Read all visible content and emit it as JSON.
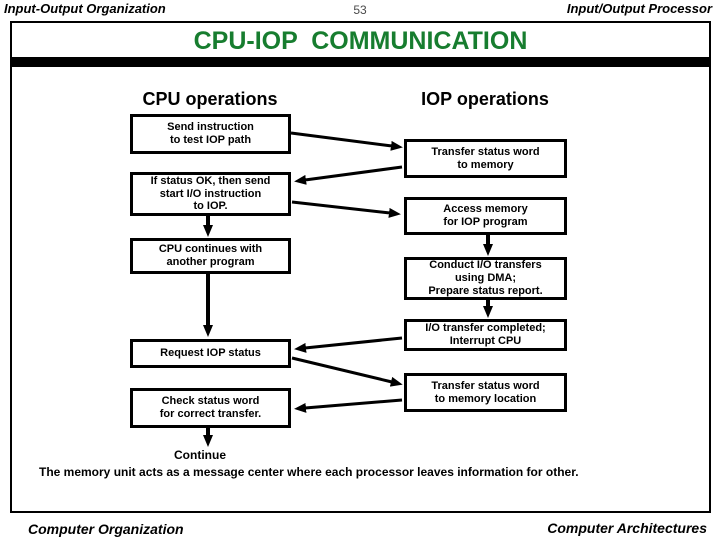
{
  "header": {
    "left": "Input-Output Organization",
    "page_number": "53",
    "right": "Input/Output Processor"
  },
  "title": "CPU-IOP  COMMUNICATION",
  "diagram": {
    "cpu_column": {
      "heading": "CPU operations",
      "boxes": [
        "Send instruction\nto test IOP path",
        "If status OK, then send\nstart I/O instruction\nto IOP.",
        "CPU continues with\nanother program",
        "Request IOP status",
        "Check status word\nfor correct transfer."
      ]
    },
    "iop_column": {
      "heading": "IOP operations",
      "boxes": [
        "Transfer status word\nto memory",
        "Access memory\nfor IOP program",
        "Conduct I/O transfers\nusing DMA;\nPrepare status report.",
        "I/O transfer completed;\nInterrupt CPU",
        "Transfer status word\nto memory location"
      ]
    },
    "continue_label": "Continue"
  },
  "note": "The memory unit acts as a message center where each processor leaves information for other.",
  "footer": {
    "left": "Computer Organization",
    "right": "Computer Architectures"
  },
  "colors": {
    "title_green": "#177d2f",
    "line_black": "#000000",
    "page_number_gray": "#4a4a4a"
  }
}
